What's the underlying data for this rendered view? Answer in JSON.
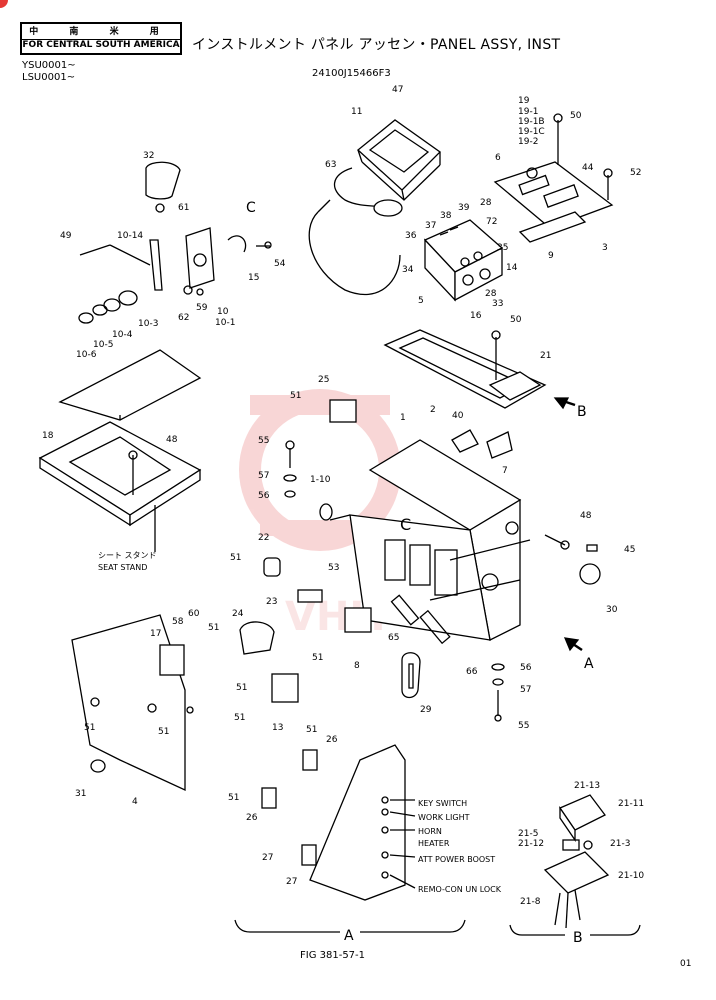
{
  "header": {
    "region_top": "中 南 米 用",
    "region_bottom": "FOR CENTRAL SOUTH AMERICA",
    "title": "インストルメント パネル アッセン・PANEL ASSY, INST",
    "serial_1": "YSU0001~",
    "serial_2": "LSU0001~",
    "part_number": "24100J15466F3"
  },
  "footer": {
    "figure": "FIG 381-57-1",
    "page": "01"
  },
  "seat_stand": {
    "jp": "シート スタンド",
    "en": "SEAT STAND"
  },
  "view_labels": {
    "a": "A",
    "b": "B",
    "c": "C",
    "c2": "C"
  },
  "switch_labels": [
    "KEY SWITCH",
    "WORK LIGHT",
    "HORN",
    "HEATER",
    "ATT POWER BOOST",
    "REMO-CON UN LOCK"
  ],
  "callouts": {
    "c11": "11",
    "c47": "47",
    "c63": "63",
    "c39": "39",
    "c38": "38",
    "c37": "37",
    "c36": "36",
    "c72": "72",
    "c35": "35",
    "c14": "14",
    "c34": "34",
    "c5": "5",
    "c16": "16",
    "c33": "33",
    "c28a": "28",
    "c19": "19",
    "c19_1": "19-1",
    "c19_1b": "19-1B",
    "c19_1c": "19-1C",
    "c19_2": "19-2",
    "c50a": "50",
    "c6": "6",
    "c44": "44",
    "c52": "52",
    "c28b": "28",
    "c3": "3",
    "c9": "9",
    "c32": "32",
    "c61": "61",
    "c49": "49",
    "c10_14": "10-14",
    "c54": "54",
    "c15": "15",
    "c59": "59",
    "c62": "62",
    "c10": "10",
    "c10_1": "10-1",
    "c10_3": "10-3",
    "c10_4": "10-4",
    "c10_5": "10-5",
    "c10_6": "10-6",
    "c50b": "50",
    "c21": "21",
    "c2": "2",
    "c51a": "51",
    "c25": "25",
    "c55a": "55",
    "c57a": "57",
    "c56a": "56",
    "c1_10": "1-10",
    "c1": "1",
    "c40": "40",
    "c7": "7",
    "c18": "18",
    "c48a": "48",
    "c22": "22",
    "c51b": "51",
    "c53": "53",
    "c23": "23",
    "c48b": "48",
    "c45": "45",
    "c30": "30",
    "c24": "24",
    "c58": "58",
    "c60": "60",
    "c17": "17",
    "c51c": "51",
    "c8": "8",
    "c65": "65",
    "c66": "66",
    "c56b": "56",
    "c57b": "57",
    "c55b": "55",
    "c29": "29",
    "c13": "13",
    "c51d": "51",
    "c51e": "51",
    "c51f": "51",
    "c51g": "51",
    "c4": "4",
    "c31": "31",
    "c51h": "51",
    "c26a": "26",
    "c51i": "51",
    "c26b": "26",
    "c51j": "51",
    "c27": "27",
    "c21_13": "21-13",
    "c21_11": "21-11",
    "c21_5": "21-5",
    "c21_12": "21-12",
    "c21_3": "21-3",
    "c21_10": "21-10",
    "c21_8": "21-8"
  },
  "colors": {
    "line": "#000000",
    "watermark": "#f4b6b6",
    "corner_mark": "#e53935"
  }
}
